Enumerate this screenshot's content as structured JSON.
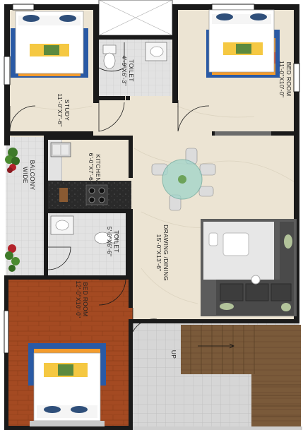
{
  "rooms": {
    "bed_room_top_right": {
      "name": "BED ROOM",
      "size": "11'-0\"X10'-0\""
    },
    "study": {
      "name": "STUDY",
      "size": "11'-0\"X7'-6\""
    },
    "toilet_top": {
      "name": "TOILET",
      "size": "4'-9\"X6'-3\""
    },
    "kitchen": {
      "name": "KITCHEN",
      "size": "6'-0\"X7'-6\""
    },
    "balcony": {
      "name": "BALCONY",
      "size": "WIDE"
    },
    "toilet_middle": {
      "name": "TOILET",
      "size": "5'-0\"X6'-6\""
    },
    "drawing_dining": {
      "name": "DRAWING /DINING",
      "size": "15'-0\"X13'-6\""
    },
    "bed_room_bottom": {
      "name": "BED ROOM",
      "size": "12'-0\"X10'-0\""
    }
  },
  "stairs": {
    "label": "UP"
  },
  "colors": {
    "wall": "#1a1a1a",
    "marble_floor": "#ece4d3",
    "wood_floor": "#a54a22",
    "tile_floor": "#d2d2d2",
    "balcony_floor": "#d9d9d9",
    "stair_wood": "#7a5a3c"
  }
}
